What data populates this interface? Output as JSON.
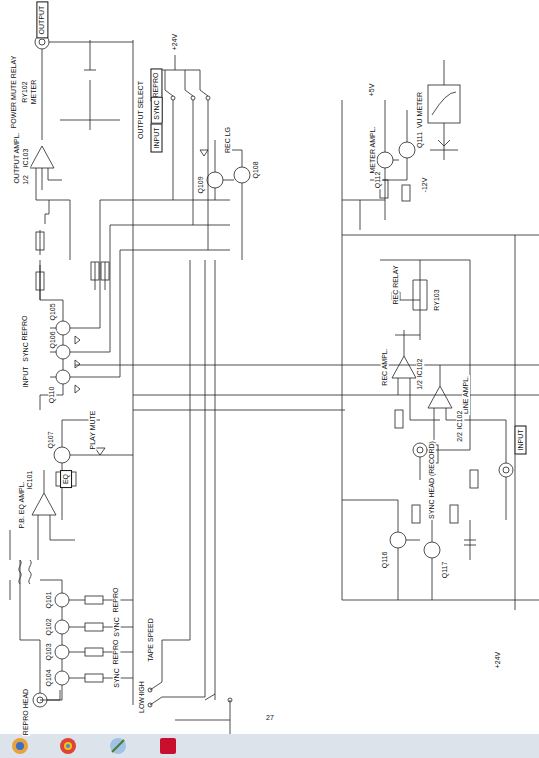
{
  "diagram": {
    "nodes": [
      {
        "text": [
          "OUTPUT"
        ]
      },
      {
        "text": [
          "REPRO"
        ]
      },
      {
        "text": [
          "SYNC"
        ]
      },
      {
        "text": [
          "INPUT"
        ]
      },
      {
        "text": [
          "EQ"
        ]
      },
      {
        "text": [
          "INPUT"
        ]
      }
    ],
    "labels": [
      "+24V",
      "OUTPUT SELECT",
      "POWER MUTE RELAY",
      "RY102",
      "METER",
      "OUTPUT AMPL.",
      "IC103",
      "1/2",
      "REPRO",
      "SYNC",
      "INPUT",
      "Q105",
      "Q106",
      "Q110",
      "Q109",
      "Q108",
      "REC LG",
      "+5V",
      "METER AMPL.",
      "Q112",
      "Q111",
      "-12V",
      "VU METER",
      "REC RELAY",
      "RY103",
      "REC AMPL.",
      "IC102",
      "1/2",
      "LINE AMPL.",
      "IC102",
      "2/2",
      "SYNC HEAD (RECORD)",
      "Q116",
      "Q117",
      "PLAY MUTE",
      "Q107",
      "P.B. EQ AMPL.",
      "IC101",
      "Q101",
      "Q102",
      "Q103",
      "Q104",
      "REPRO",
      "SYNC",
      "REPRO",
      "SYNC",
      "REPRO HEAD",
      "TAPE SPEED",
      "HIGH",
      "LOW",
      "+24V",
      "27"
    ]
  }
}
